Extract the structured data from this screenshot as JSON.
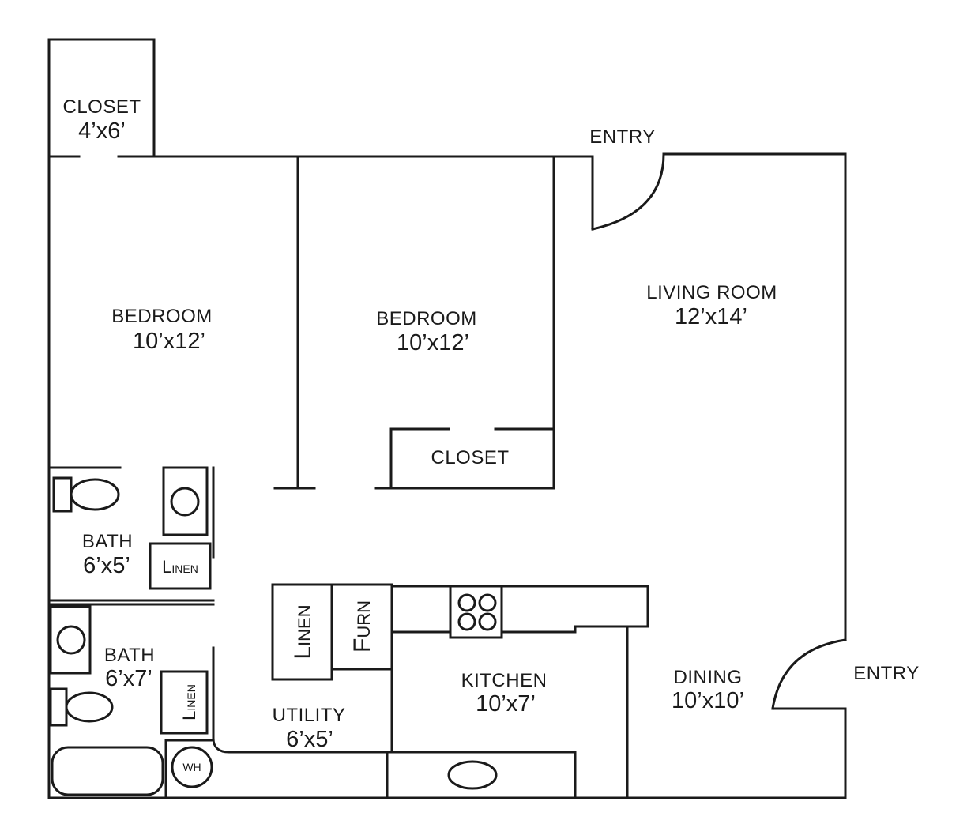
{
  "rooms": {
    "closet_top": {
      "name": "CLOSET",
      "size": "4’x6’"
    },
    "bedroom_1": {
      "name": "BEDROOM",
      "size": "10’x12’"
    },
    "bedroom_2": {
      "name": "BEDROOM",
      "size": "10’x12’"
    },
    "living_room": {
      "name": "LIVING ROOM",
      "size": "12’x14’"
    },
    "closet_mid": {
      "name": "CLOSET"
    },
    "bath_1": {
      "name": "BATH",
      "size": "6’x5’"
    },
    "bath_2": {
      "name": "BATH",
      "size": "6’x7’"
    },
    "utility": {
      "name": "UTILITY",
      "size": "6’x5’"
    },
    "kitchen": {
      "name": "KITCHEN",
      "size": "10’x7’"
    },
    "dining": {
      "name": "DINING",
      "size": "10’x10’"
    }
  },
  "entries": {
    "top": "ENTRY",
    "right": "ENTRY"
  },
  "fixtures": {
    "linen_bath1": {
      "first": "L",
      "rest": "INEN"
    },
    "linen_bath2": {
      "first": "L",
      "rest": "INEN"
    },
    "linen_utility": {
      "first": "L",
      "rest": "INEN"
    },
    "furnace": {
      "first": "F",
      "rest": "URN"
    },
    "water_heater": "WH"
  }
}
